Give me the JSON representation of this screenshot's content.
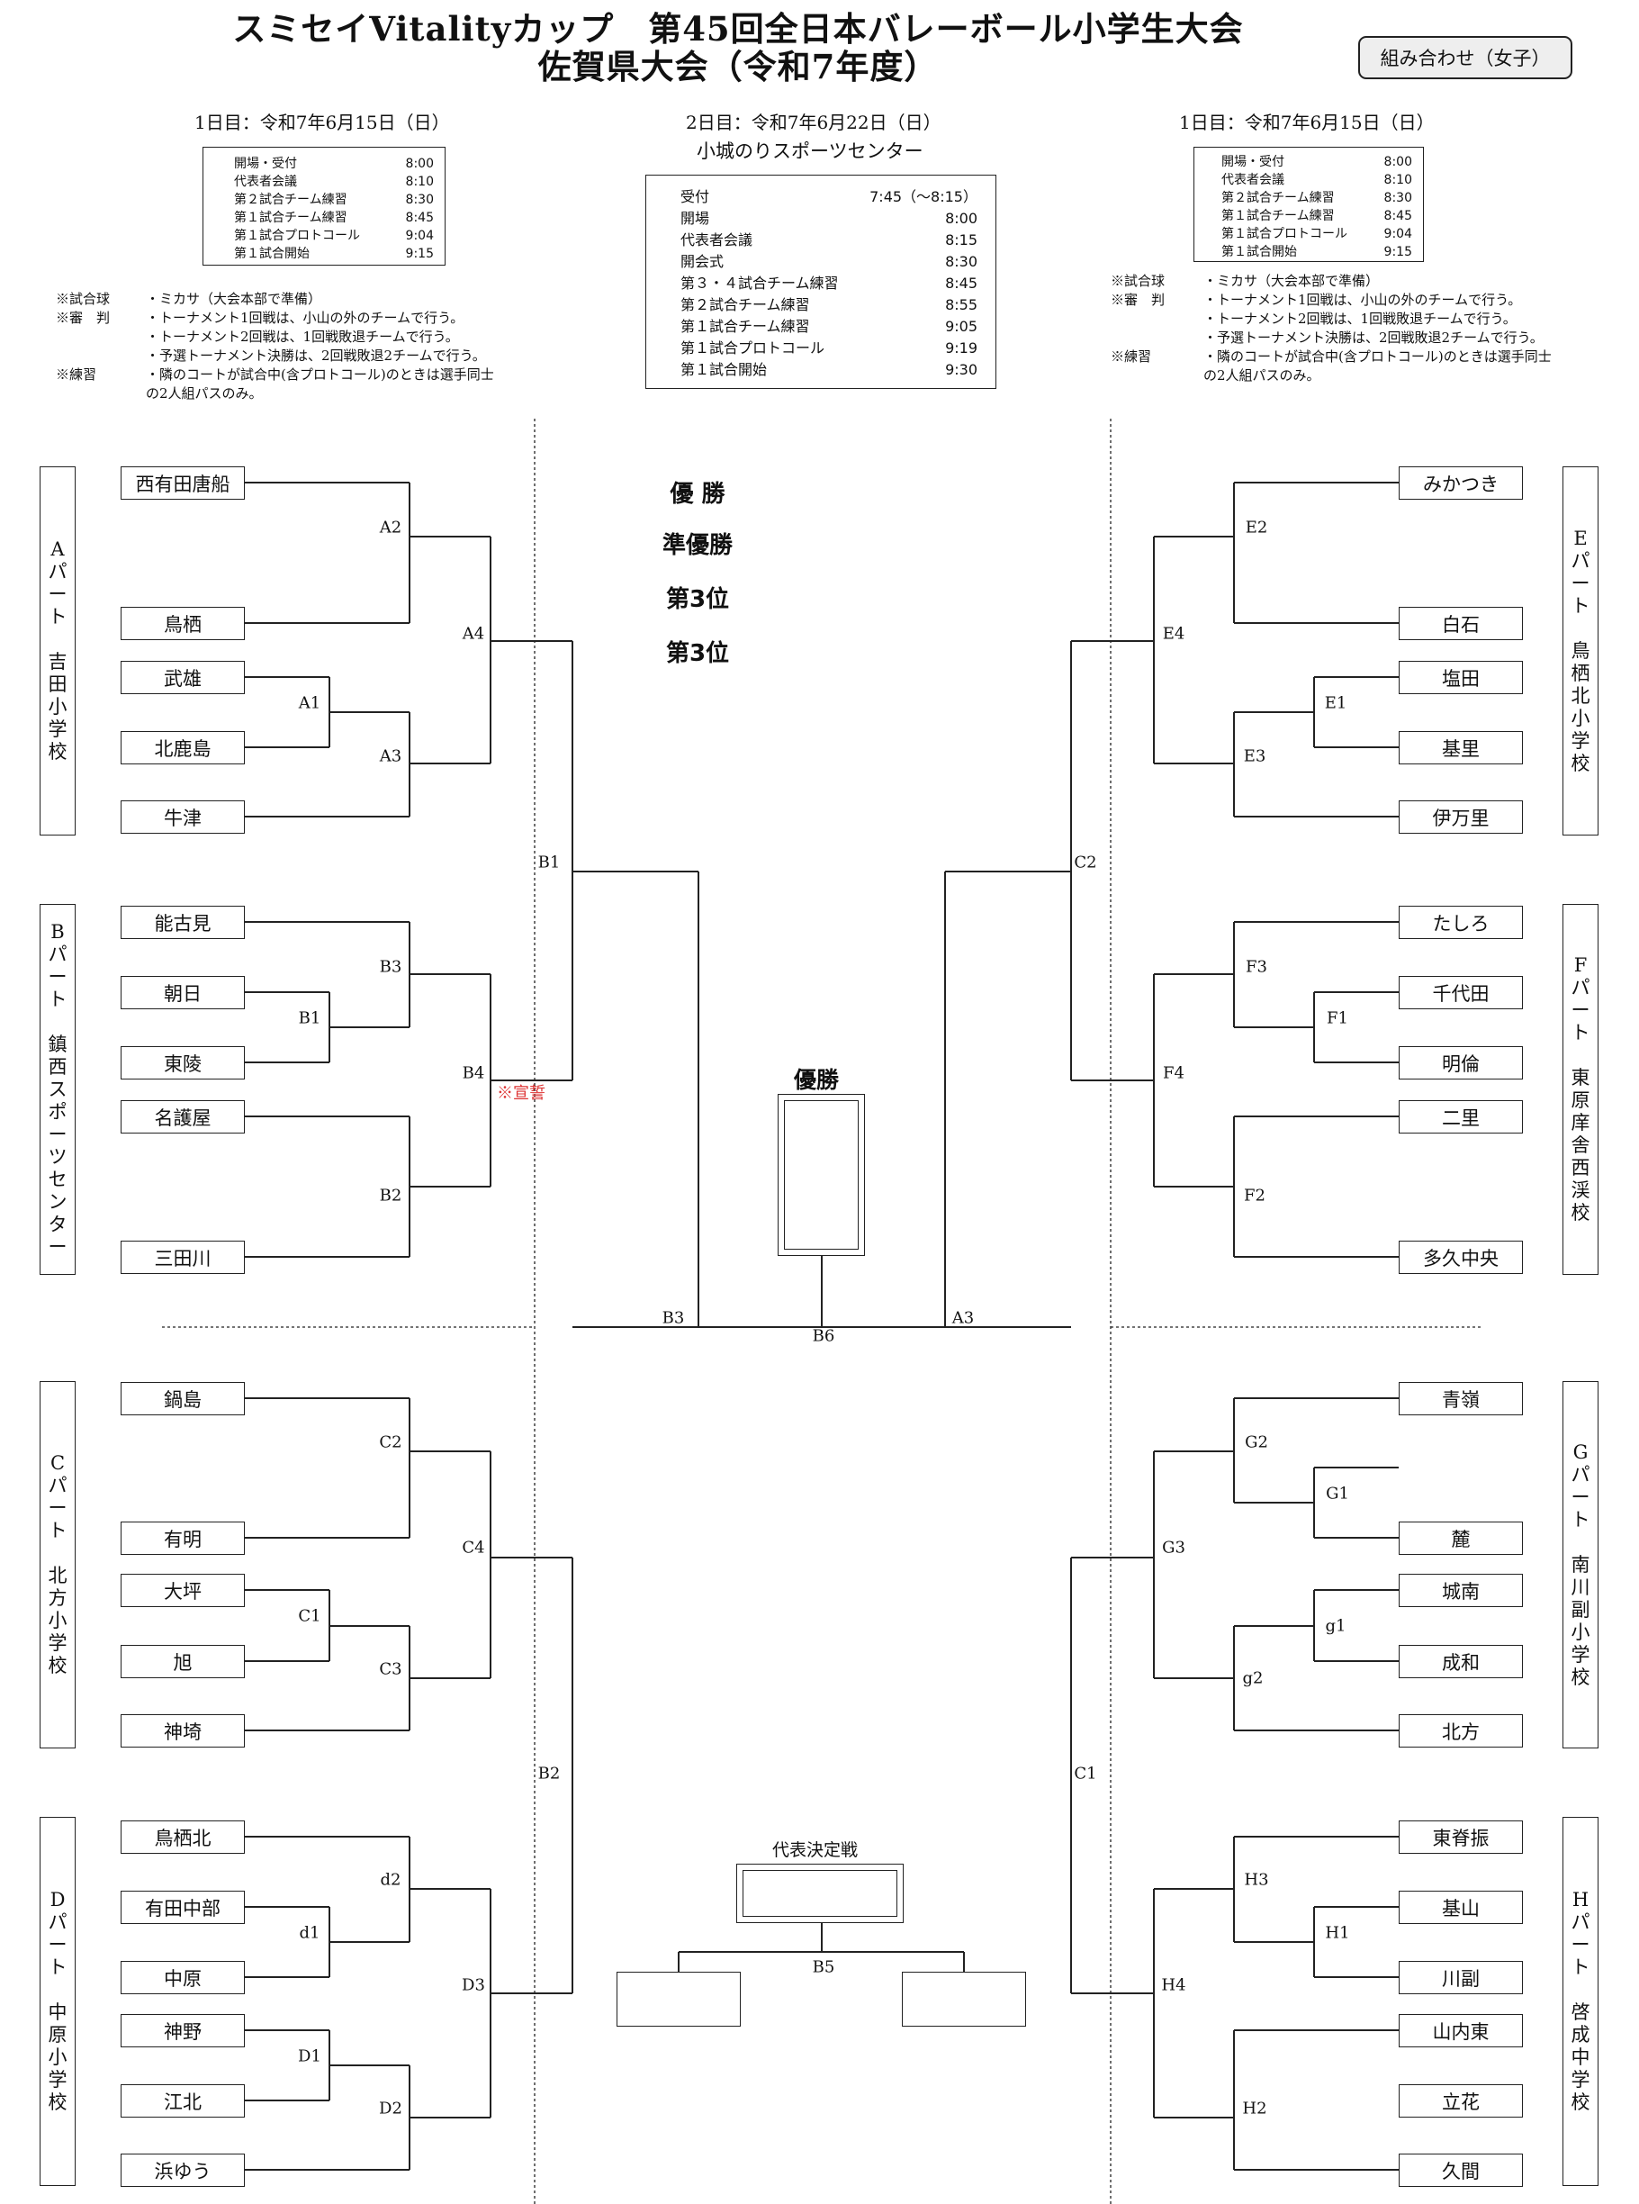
{
  "header": {
    "title_line1": "スミセイVitalityカップ　第45回全日本バレーボール小学生大会",
    "title_line2": "佐賀県大会（令和7年度）",
    "badge": "組み合わせ（女子）"
  },
  "left_info": {
    "date": "1日目：令和7年6月15日（日）",
    "schedule": [
      {
        "label": "開場・受付",
        "time": "8:00"
      },
      {
        "label": "代表者会議",
        "time": "8:10"
      },
      {
        "label": "第２試合チーム練習",
        "time": "8:30"
      },
      {
        "label": "第１試合チーム練習",
        "time": "8:45"
      },
      {
        "label": "第１試合プロトコール",
        "time": "9:04"
      },
      {
        "label": "第１試合開始",
        "time": "9:15"
      }
    ],
    "notes": [
      {
        "label": "※試合球",
        "text": "・ミカサ（大会本部で準備）"
      },
      {
        "label": "※審　判",
        "text": "・トーナメント1回戦は、小山の外のチームで行う。"
      },
      {
        "label": "",
        "text": "・トーナメント2回戦は、1回戦敗退チームで行う。"
      },
      {
        "label": "",
        "text": "・予選トーナメント決勝は、2回戦敗退2チームで行う。"
      },
      {
        "label": "※練習",
        "text": "・隣のコートが試合中(含プロトコール)のときは選手同士"
      },
      {
        "label": "",
        "text": "の2人組パスのみ。"
      }
    ]
  },
  "center_info": {
    "date": "2日目：令和7年6月22日（日）",
    "venue": "小城のりスポーツセンター",
    "schedule": [
      {
        "label": "受付",
        "time": "7:45（～8:15）"
      },
      {
        "label": "開場",
        "time": "8:00"
      },
      {
        "label": "代表者会議",
        "time": "8:15"
      },
      {
        "label": "開会式",
        "time": "8:30"
      },
      {
        "label": "第３・４試合チーム練習",
        "time": "8:45"
      },
      {
        "label": "第２試合チーム練習",
        "time": "8:55"
      },
      {
        "label": "第１試合チーム練習",
        "time": "9:05"
      },
      {
        "label": "第１試合プロトコール",
        "time": "9:19"
      },
      {
        "label": "第１試合開始",
        "time": "9:30"
      }
    ]
  },
  "right_info": {
    "date": "1日目：令和7年6月15日（日）",
    "schedule": [
      {
        "label": "開場・受付",
        "time": "8:00"
      },
      {
        "label": "代表者会議",
        "time": "8:10"
      },
      {
        "label": "第２試合チーム練習",
        "time": "8:30"
      },
      {
        "label": "第１試合チーム練習",
        "time": "8:45"
      },
      {
        "label": "第１試合プロトコール",
        "time": "9:04"
      },
      {
        "label": "第１試合開始",
        "time": "9:15"
      }
    ],
    "notes": [
      {
        "label": "※試合球",
        "text": "・ミカサ（大会本部で準備）"
      },
      {
        "label": "※審　判",
        "text": "・トーナメント1回戦は、小山の外のチームで行う。"
      },
      {
        "label": "",
        "text": "・トーナメント2回戦は、1回戦敗退チームで行う。"
      },
      {
        "label": "",
        "text": "・予選トーナメント決勝は、2回戦敗退2チームで行う。"
      },
      {
        "label": "※練習",
        "text": "・隣のコートが試合中(含プロトコール)のときは選手同士"
      },
      {
        "label": "",
        "text": "の2人組パスのみ。"
      }
    ]
  },
  "honors": [
    "優 勝",
    "準優勝",
    "第3位",
    "第3位"
  ],
  "champion_label": "優勝",
  "rep_label": "代表決定戦",
  "pledge": "※宣誓",
  "parts": [
    {
      "label": "Aパート　吉田小学校",
      "chars": [
        "A",
        "パ",
        "ー",
        "ト",
        "",
        "吉",
        "田",
        "小",
        "学",
        "校"
      ]
    },
    {
      "label": "Bパート　鎮西スポーツセンター",
      "chars": [
        "B",
        "パ",
        "ー",
        "ト",
        "",
        "鎮",
        "西",
        "ス",
        "ポ",
        "ー",
        "ツ",
        "セ",
        "ン",
        "タ",
        "ー"
      ]
    },
    {
      "label": "Cパート　北方小学校",
      "chars": [
        "C",
        "パ",
        "ー",
        "ト",
        "",
        "北",
        "方",
        "小",
        "学",
        "校"
      ]
    },
    {
      "label": "Dパート　中原小学校",
      "chars": [
        "D",
        "パ",
        "ー",
        "ト",
        "",
        "中",
        "原",
        "小",
        "学",
        "校"
      ]
    },
    {
      "label": "Eパート　鳥栖北小学校",
      "chars": [
        "E",
        "パ",
        "ー",
        "ト",
        "",
        "鳥",
        "栖",
        "北",
        "小",
        "学",
        "校"
      ]
    },
    {
      "label": "Fパート　東原庠舎西渓校",
      "chars": [
        "F",
        "パ",
        "ー",
        "ト",
        "",
        "東",
        "原",
        "庠",
        "舎",
        "西",
        "渓",
        "校"
      ]
    },
    {
      "label": "Gパート　南川副小学校",
      "chars": [
        "G",
        "パ",
        "ー",
        "ト",
        "",
        "南",
        "川",
        "副",
        "小",
        "学",
        "校"
      ]
    },
    {
      "label": "Hパート　啓成中学校",
      "chars": [
        "H",
        "パ",
        "ー",
        "ト",
        "",
        "啓",
        "成",
        "中",
        "学",
        "校"
      ]
    }
  ],
  "teams_left": [
    "西有田唐船",
    "鳥栖",
    "武雄",
    "北鹿島",
    "牛津",
    "能古見",
    "朝日",
    "東陵",
    "名護屋",
    "三田川",
    "鍋島",
    "有明",
    "大坪",
    "旭",
    "神埼",
    "鳥栖北",
    "有田中部",
    "中原",
    "神野",
    "江北",
    "浜ゆう"
  ],
  "teams_right": [
    "みかつき",
    "白石",
    "塩田",
    "基里",
    "伊万里",
    "たしろ",
    "千代田",
    "明倫",
    "二里",
    "多久中央",
    "青嶺",
    "麓",
    "城南",
    "成和",
    "北方",
    "東脊振",
    "基山",
    "川副",
    "山内東",
    "立花",
    "久間"
  ],
  "match_labels": {
    "A1": "A1",
    "A2": "A2",
    "A3": "A3",
    "A4": "A4",
    "B1p": "B1",
    "B2p": "B2",
    "B3p": "B3",
    "B4p": "B4",
    "C1p": "C1",
    "C2p": "C2",
    "C3p": "C3",
    "C4": "C4",
    "d1": "d1",
    "d2": "d2",
    "D1": "D1",
    "D2": "D2",
    "D3": "D3",
    "B1": "B1",
    "B2": "B2",
    "B3": "B3",
    "B5": "B5",
    "B6": "B6",
    "E1": "E1",
    "E2": "E2",
    "E3": "E3",
    "E4": "E4",
    "F1": "F1",
    "F2": "F2",
    "F3": "F3",
    "F4": "F4",
    "G1": "G1",
    "G2": "G2",
    "G3": "G3",
    "g1": "g1",
    "g2": "g2",
    "H1": "H1",
    "H2": "H2",
    "H3": "H3",
    "H4": "H4",
    "C1": "C1",
    "C2": "C2",
    "A3c": "A3"
  }
}
